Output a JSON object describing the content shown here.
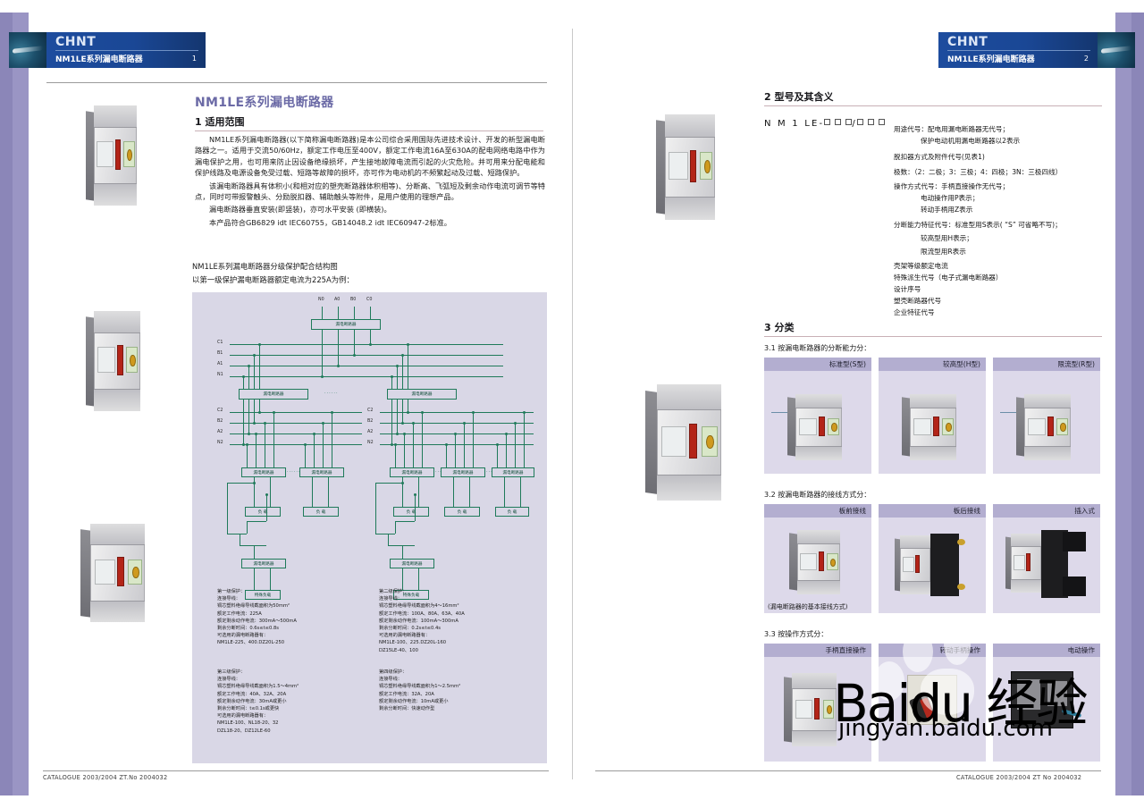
{
  "brand": "CHNT",
  "accent_purple": "#6b6aa6",
  "banner_blue": "#1a4795",
  "left_page": {
    "banner_title": "NM1LE系列漏电断路器",
    "page_number": "1",
    "heading": "NM1LE系列漏电断路器",
    "section1": {
      "number_title": "1 适用范围",
      "paragraphs": [
        "NM1LE系列漏电断路器(以下简称漏电断路器)是本公司综合采用国际先进技术设计、开发的新型漏电断路器之一。适用于交流50/60Hz，额定工作电压至400V，额定工作电流16A至630A的配电网络电路中作为漏电保护之用，也可用来防止因设备绝缘损坏，产生接地故障电流而引起的火灾危险。并可用来分配电能和保护线路及电源设备免受过载、短路等故障的损坏，亦可作为电动机的不频繁起动及过载、短路保护。",
        "该漏电断路器具有体积小(和相对应的塑壳断路器体积相等)、分断高、飞弧短及剩余动作电流可调节等特点，同时可带报警触头、分励脱扣器、辅助触头等附件，是用户使用的理想产品。",
        "漏电断路器垂直安装(即竖装)，亦可水平安装 (即横装)。",
        "本产品符合GB6829 idt IEC60755，GB14048.2  idt  IEC60947-2标准。"
      ]
    },
    "diagram": {
      "caption_line1": "NM1LE系列漏电断路器分级保护配合结构图",
      "caption_line2": "以第一级保护漏电断路器额定电流为225A为例：",
      "top_terminals": [
        "N0",
        "A0",
        "B0",
        "C0"
      ],
      "bus1_labels": [
        "C1",
        "B1",
        "A1",
        "N1"
      ],
      "bus2_labels": [
        "C2",
        "B2",
        "A2",
        "N2"
      ],
      "breaker_label": "漏电断路器",
      "load_label": "负 载",
      "special_load_label": "特殊负载",
      "ellipsis": "······"
    },
    "protection_levels": [
      {
        "title": "第一级保护：",
        "lines": [
          "连接导线：",
          "铜芯塑料绝缘导线截面积为50mm²",
          "额定工作电流：225A",
          "额定剩余动作电流：300mA～500mA",
          "剩余分断时间：0.6s≤t≤0.8s",
          "可选用的漏电断路器有：",
          "NM1LE-225、400.DZ20L-250"
        ]
      },
      {
        "title": "第二级保护：",
        "lines": [
          "连接导线：",
          "铜芯塑料绝缘导线截面积为4～16mm²",
          "额定工作电流：100A、80A、63A、40A",
          "额定剩余动作电流：100mA～300mA",
          "剩余分断时间：0.2s≤t≤0.4s",
          "可选用的漏电断路器有：",
          "NM1LE-100、225.DZ20L-160",
          "DZ15LE-40、100"
        ]
      },
      {
        "title": "第三级保护：",
        "lines": [
          "连接导线：",
          "铜芯塑料绝缘导线截面积为1.5～4mm²",
          "额定工作电流：40A、32A、20A",
          "额定剩余动作电流：30mA或更小",
          "剩余分断时间：t≤0.1s或更快",
          "可选用的漏电断路器有：",
          "NM1LE-100、NL18-20、32",
          "DZL18-20、DZ12LE-60"
        ]
      },
      {
        "title": "第四级保护：",
        "lines": [
          "连接导线：",
          "铜芯塑料绝缘导线截面积为1～2.5mm²",
          "额定工作电流：32A、20A",
          "额定剩余动作电流：10mA或更小",
          "剩余分断时间：快速动作型"
        ]
      }
    ],
    "footer": "CATALOGUE  2003/2004  ZT.No 2004032"
  },
  "right_page": {
    "banner_title": "NM1LE系列漏电断路器",
    "page_number": "2",
    "section2": {
      "number_title": "2 型号及其含义",
      "code_prefix": "N M 1 LE-",
      "code_slash": "/",
      "code_boxes": 6,
      "callouts": [
        {
          "text": "用途代号：配电用漏电断路器无代号；"
        },
        {
          "text": "保护电动机用漏电断路器以2表示",
          "indent": true
        },
        {
          "text": "脱扣器方式及附件代号(见表1)"
        },
        {
          "text": "极数：（2：二极；3：三极；4：四极；3N：三极四线）"
        },
        {
          "text": "操作方式代号：手柄直接操作无代号；"
        },
        {
          "text": "电动操作用P表示；",
          "indent": true
        },
        {
          "text": "转动手柄用Z表示",
          "indent": true
        },
        {
          "text": "分断能力特征代号：标准型用S表示( “S” 可省略不写)；"
        },
        {
          "text": "较高型用H表示；",
          "indent": true
        },
        {
          "text": "限流型用R表示",
          "indent": true
        },
        {
          "text": "壳架等级额定电流"
        },
        {
          "text": "特殊派生代号（电子式漏电断路器）"
        },
        {
          "text": "设计序号"
        },
        {
          "text": "塑壳断路器代号"
        },
        {
          "text": "企业特征代号"
        }
      ]
    },
    "section3": {
      "number_title": "3 分类",
      "sub31": {
        "label": "3.1 按漏电断路器的分断能力分：",
        "cards": [
          {
            "title": "标准型(S型)"
          },
          {
            "title": "较高型(H型)"
          },
          {
            "title": "限流型(R型)"
          }
        ]
      },
      "sub32": {
        "label": "3.2 按漏电断路器的接线方式分：",
        "cards": [
          {
            "title": "板前接线",
            "caption": "(漏电断路器的基本接线方式)"
          },
          {
            "title": "板后接线",
            "caption": ""
          },
          {
            "title": "插入式",
            "caption": ""
          }
        ]
      },
      "sub33": {
        "label": "3.3 按操作方式分：",
        "cards": [
          {
            "title": "手柄直接操作"
          },
          {
            "title": "转动手柄操作"
          },
          {
            "title": "电动操作"
          }
        ]
      }
    },
    "footer": "CATALOGUE  2003/2004  ZT No 2004032"
  },
  "watermark": {
    "main": "Baidu 经验",
    "sub": "jingyan.baidu.com"
  }
}
